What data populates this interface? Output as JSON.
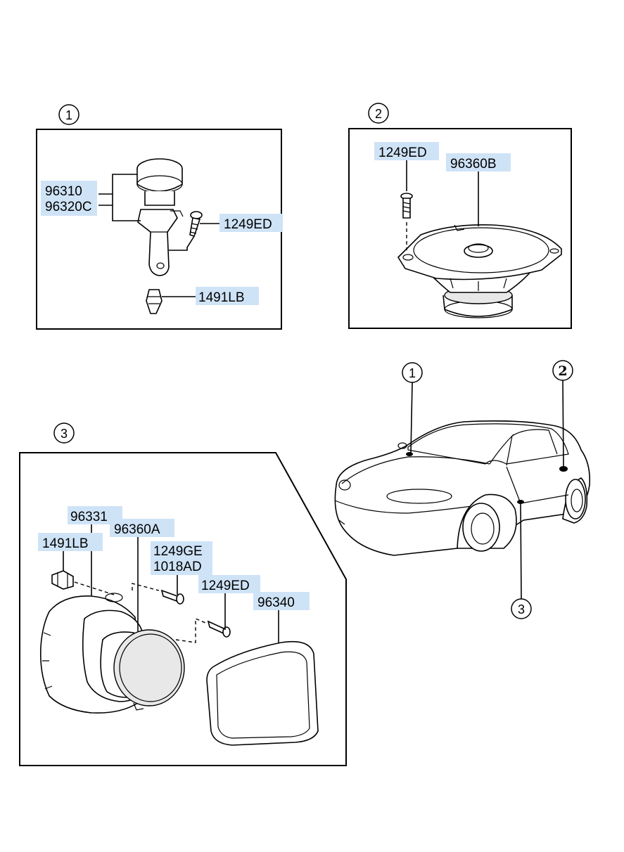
{
  "callouts": {
    "c1": "1",
    "c2": "2",
    "c3": "3"
  },
  "panel1": {
    "labels": {
      "knob_a": "96310",
      "knob_b": "96320C",
      "screw": "1249ED",
      "clip": "1491LB"
    }
  },
  "panel2": {
    "labels": {
      "screw": "1249ED",
      "speaker": "96360B"
    }
  },
  "panel3": {
    "labels": {
      "housing": "96331",
      "clip": "1491LB",
      "speaker": "96360A",
      "screw_a": "1249GE",
      "screw_b": "1018AD",
      "screw_c": "1249ED",
      "cover": "96340"
    }
  },
  "colors": {
    "label_highlight": "#cfe3f7",
    "line": "#000000"
  }
}
